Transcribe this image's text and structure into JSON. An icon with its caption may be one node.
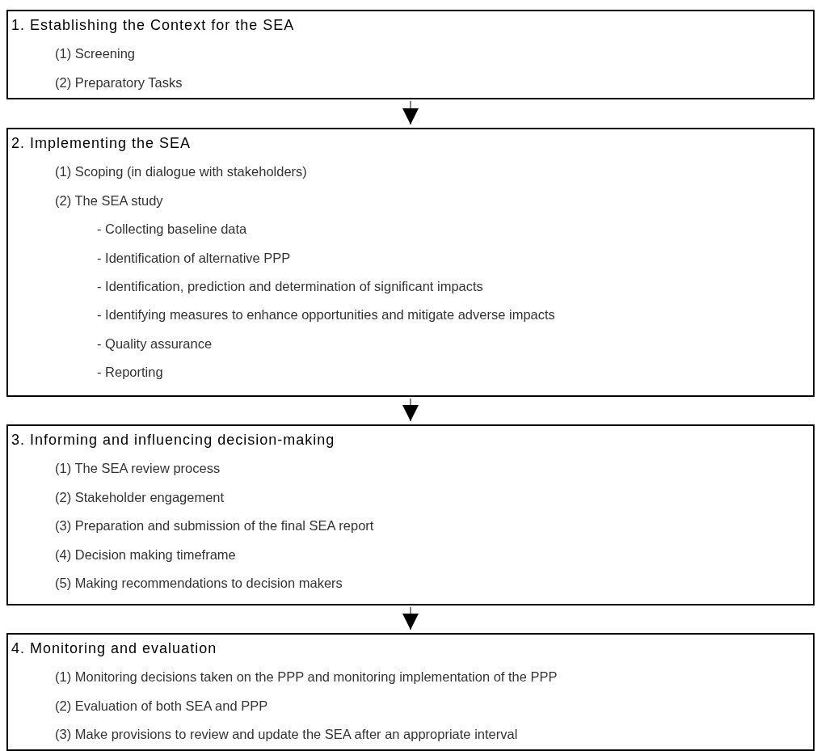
{
  "diagram": {
    "nodes": [
      {
        "text": [
          "1. Establishing the Context for the SEA",
          "(1) Screening",
          "(2) Preparatory Tasks"
        ]
      },
      {
        "text": [
          "2. Implementing the SEA",
          "(1) Scoping (in dialogue with stakeholders)",
          "(2) The SEA study",
          "- Collecting baseline data",
          "- Identification of alternative PPP",
          "- Identification, prediction and determination of significant impacts",
          "- Identifying measures to enhance opportunities and mitigate adverse impacts",
          "- Quality assurance",
          "- Reporting"
        ]
      },
      {
        "text": [
          "3. Informing and influencing decision-making",
          "(1) The SEA review process",
          "(2) Stakeholder engagement",
          "(3) Preparation and submission of the final SEA report",
          "(4) Decision making timeframe",
          "(5) Making recommendations to decision makers"
        ]
      },
      {
        "text": [
          "4. Monitoring and evaluation",
          "(1) Monitoring decisions taken on the PPP and monitoring implementation of the PPP",
          "(2) Evaluation of both SEA and PPP",
          "(3) Make provisions to review and update the SEA after an appropriate interval"
        ]
      }
    ],
    "edges": [
      {
        "from": 0,
        "to": 1,
        "arrow": "to"
      },
      {
        "from": 1,
        "to": 2,
        "arrow": "to"
      },
      {
        "from": 2,
        "to": 3,
        "arrow": "to"
      }
    ]
  }
}
